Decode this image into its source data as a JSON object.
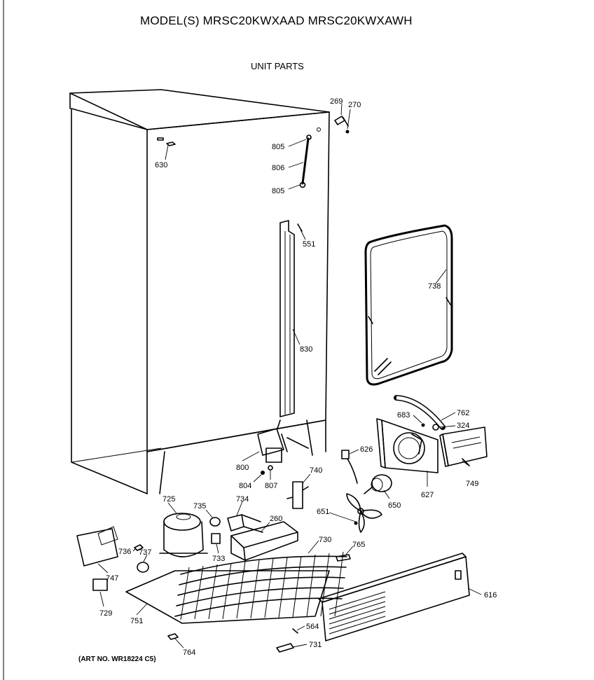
{
  "header": {
    "model_line": "MODEL(S) MRSC20KWXAAD  MRSC20KWXAWH",
    "subtitle": "UNIT PARTS"
  },
  "footer": {
    "art_number": "(ART NO. WR18224 C5)"
  },
  "part_labels": {
    "p269": "269",
    "p270": "270",
    "p630": "630",
    "p805a": "805",
    "p806": "806",
    "p805b": "805",
    "p551": "551",
    "p738": "738",
    "p830": "830",
    "p762": "762",
    "p683": "683",
    "p324": "324",
    "p626": "626",
    "p749": "749",
    "p627": "627",
    "p800": "800",
    "p740": "740",
    "p804": "804",
    "p807": "807",
    "p650": "650",
    "p725": "725",
    "p735": "735",
    "p734": "734",
    "p651": "651",
    "p260": "260",
    "p730": "730",
    "p765": "765",
    "p736": "736",
    "p737": "737",
    "p733": "733",
    "p747": "747",
    "p616": "616",
    "p729": "729",
    "p751": "751",
    "p564": "564",
    "p731": "731",
    "p764": "764"
  }
}
